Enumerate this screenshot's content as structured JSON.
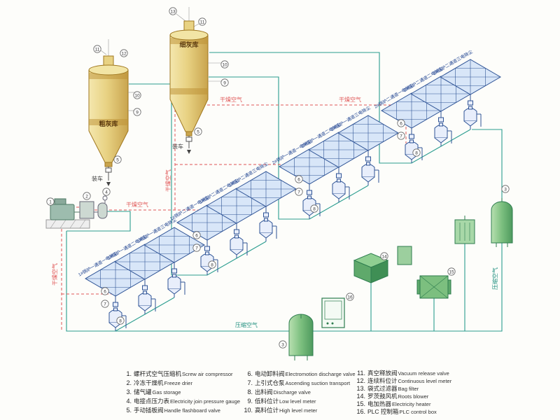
{
  "colors": {
    "pipe_air": "#2a9d8f",
    "pipe_dry": "#e05555",
    "silo_yellow": "#e0c97e",
    "equipment_green": "#7cbf7f",
    "hopper_blue": "#2f5496"
  },
  "labels": {
    "coarse_silo": "粗灰库",
    "fine_silo": "细灰库",
    "truck_loading": "装车",
    "dry_air": "干燥空气",
    "compressed_air": "压缩空气"
  },
  "esp_groups": {
    "g1": [
      "1#锅炉一通道一电除尘",
      "1#锅炉一通道二电除尘",
      "1#锅炉一通道三电除尘"
    ],
    "g2": [
      "1#锅炉二通道一电除尘",
      "1#锅炉二通道二电除尘",
      "1#锅炉二通道三电除尘"
    ],
    "g3": [
      "2#锅炉一通道一电除尘",
      "2#锅炉一通道二电除尘",
      "2#锅炉一通道三电除尘"
    ],
    "g4": [
      "2#锅炉二通道一电除尘",
      "2#锅炉二通道二电除尘",
      "2#锅炉二通道三电除尘"
    ]
  },
  "markers": [
    "13",
    "11",
    "10",
    "9",
    "12",
    "11",
    "10",
    "9",
    "5",
    "5",
    "1",
    "2",
    "4",
    "6",
    "7",
    "8",
    "6",
    "7",
    "8",
    "6",
    "7",
    "8",
    "6",
    "7",
    "8",
    "3",
    "3",
    "14",
    "15",
    "16"
  ],
  "legend": {
    "items": [
      {
        "num": "1.",
        "zh": "螺杆式空气压缩机",
        "en": "Screw air compressor"
      },
      {
        "num": "2.",
        "zh": "冷冻干燥机",
        "en": "Freeze drier"
      },
      {
        "num": "3.",
        "zh": "储气罐",
        "en": "Gas storage"
      },
      {
        "num": "4.",
        "zh": "电接点压力表",
        "en": "Electricity join pressure gauge"
      },
      {
        "num": "5.",
        "zh": "手动插板阀",
        "en": "Handle flashboard valve"
      },
      {
        "num": "6.",
        "zh": "电动卸料阀",
        "en": "Electromotion discharge valve"
      },
      {
        "num": "7.",
        "zh": "上引式仓泵",
        "en": "Ascending suction transport"
      },
      {
        "num": "8.",
        "zh": "出料阀",
        "en": "Discharge valve"
      },
      {
        "num": "9.",
        "zh": "低料位计",
        "en": "Low level meter"
      },
      {
        "num": "10.",
        "zh": "高料位计",
        "en": "High level meter"
      },
      {
        "num": "11.",
        "zh": "真空释放阀",
        "en": "Vacuum release valve"
      },
      {
        "num": "12.",
        "zh": "连续料位计",
        "en": "Continuous level meter"
      },
      {
        "num": "13.",
        "zh": "袋式过滤器",
        "en": "Bag filter"
      },
      {
        "num": "14.",
        "zh": "罗茨鼓风机",
        "en": "Roots blower"
      },
      {
        "num": "15.",
        "zh": "电加热器",
        "en": "Electricity heater"
      },
      {
        "num": "16.",
        "zh": "PLC 控制箱",
        "en": "PLC control box"
      }
    ]
  }
}
